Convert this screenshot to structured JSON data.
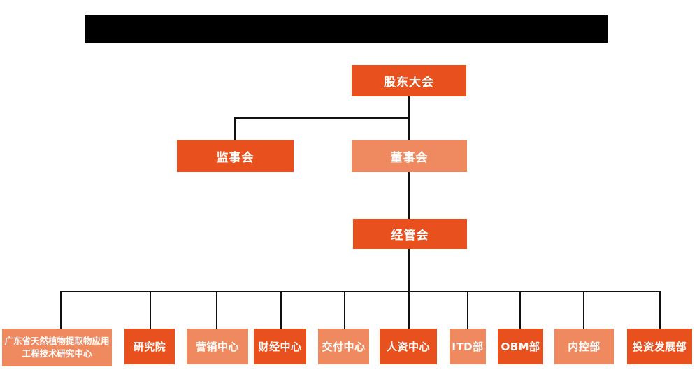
{
  "title_bar": {
    "redacted": true
  },
  "org_chart": {
    "level1": {
      "label": "股东大会",
      "variant": "dark"
    },
    "level2": [
      {
        "label": "监事会",
        "variant": "dark"
      },
      {
        "label": "董事会",
        "variant": "light"
      }
    ],
    "level3": {
      "label": "经管会",
      "variant": "dark"
    },
    "departments": [
      {
        "label": "广东省天然植物提取物应用工程技术研究中心",
        "variant": "light"
      },
      {
        "label": "研究院",
        "variant": "dark"
      },
      {
        "label": "营销中心",
        "variant": "light"
      },
      {
        "label": "财经中心",
        "variant": "dark"
      },
      {
        "label": "交付中心",
        "variant": "light"
      },
      {
        "label": "人资中心",
        "variant": "dark"
      },
      {
        "label": "ITD部",
        "variant": "light"
      },
      {
        "label": "OBM部",
        "variant": "dark"
      },
      {
        "label": "内控部",
        "variant": "light"
      },
      {
        "label": "投资发展部",
        "variant": "dark"
      }
    ],
    "colors": {
      "dark_orange": "#E8501E",
      "light_orange": "#EF8A60",
      "connector": "#111111",
      "node_text": "#FFFFFF",
      "title_bar_bg": "#000000",
      "background": "#FFFFFF"
    }
  }
}
